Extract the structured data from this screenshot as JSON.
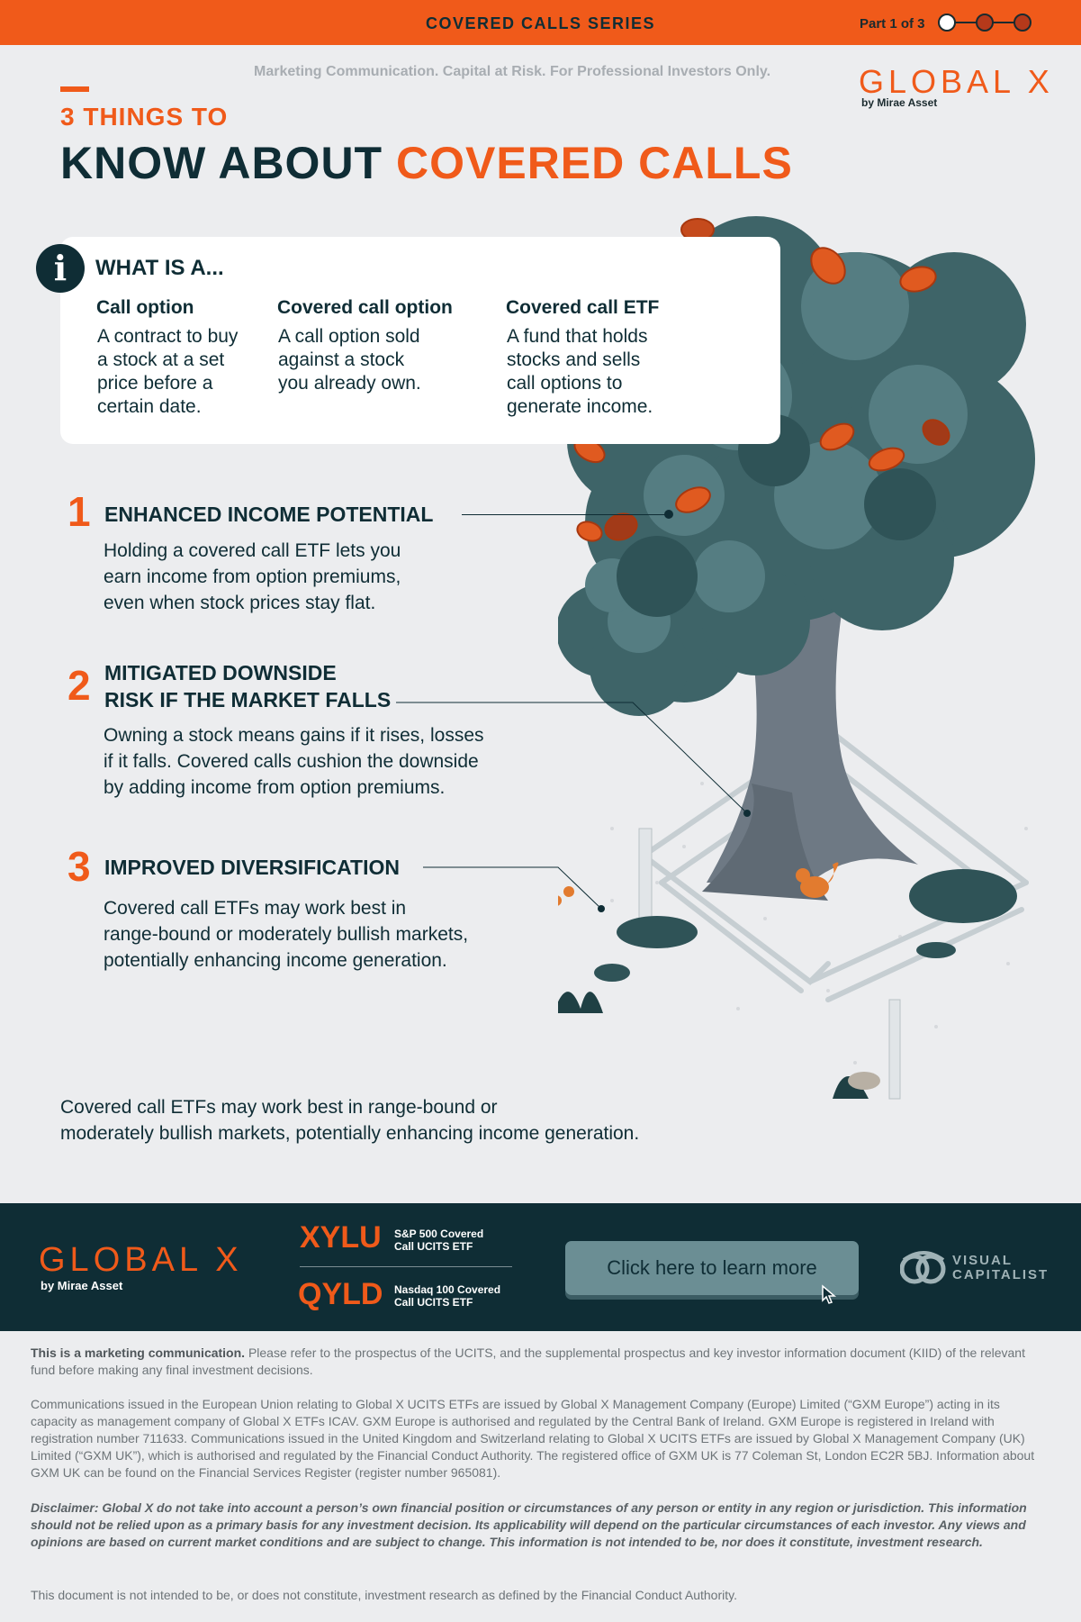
{
  "topbar": {
    "series": "COVERED CALLS SERIES",
    "part": "Part 1 of 3"
  },
  "header": {
    "marketing": "Marketing Communication. Capital at Risk. For Professional Investors Only.",
    "logo": "GLOBAL X",
    "logo_by": "by Mirae Asset",
    "kicker": "3 THINGS TO",
    "title_a": "KNOW ABOUT ",
    "title_b": "COVERED CALLS"
  },
  "whatis": {
    "icon": "info-icon",
    "heading": "WHAT IS A...",
    "defs": [
      {
        "title": "Call option",
        "lines": [
          "A contract to buy",
          "a stock at a set",
          "price before a",
          "certain date."
        ]
      },
      {
        "title": "Covered call option",
        "lines": [
          "A call option sold",
          "against a stock",
          "you already own."
        ]
      },
      {
        "title": "Covered call ETF",
        "lines": [
          "A fund that holds",
          "stocks and sells",
          "call options to",
          "generate income."
        ]
      }
    ]
  },
  "items": [
    {
      "num": "1",
      "title": [
        "ENHANCED INCOME POTENTIAL"
      ],
      "body": [
        "Holding a covered call ETF lets you",
        "earn income from option premiums,",
        "even when stock prices stay flat."
      ]
    },
    {
      "num": "2",
      "title": [
        "MITIGATED DOWNSIDE",
        "RISK IF THE MARKET FALLS"
      ],
      "body": [
        "Owning a stock means gains if it rises, losses",
        "if it falls. Covered calls cushion the downside",
        "by adding income from option premiums."
      ]
    },
    {
      "num": "3",
      "title": [
        "IMPROVED DIVERSIFICATION"
      ],
      "body": [
        "Covered call ETFs may work best in",
        "range-bound or moderately bullish markets,",
        "potentially enhancing income generation."
      ]
    }
  ],
  "closing": [
    "Covered call ETFs may work best in range-bound or",
    "moderately bullish markets, potentially enhancing income generation."
  ],
  "footer": {
    "logo": "GLOBAL X",
    "logo_by": "by Mirae Asset",
    "funds": [
      {
        "ticker": "XYLU",
        "desc": [
          "S&P 500 Covered",
          "Call UCITS ETF"
        ]
      },
      {
        "ticker": "QYLD",
        "desc": [
          "Nasdaq 100 Covered",
          "Call UCITS ETF"
        ]
      }
    ],
    "cta": "Click here to learn more",
    "partner": [
      "VISUAL",
      "CAPITALIST"
    ]
  },
  "disclaimers": {
    "p1_bold": "This is a marketing communication.",
    "p1": " Please refer to the prospectus of the UCITS, and the supplemental prospectus and key investor information document (KIID) of the relevant fund before making any final investment decisions.",
    "p2": "Communications issued in the European Union relating to Global X UCITS ETFs are issued by Global X Management Company (Europe) Limited (“GXM Europe”) acting in its capacity as management company of Global X ETFs ICAV. GXM Europe is authorised and regulated by the Central Bank of Ireland. GXM Europe is registered in Ireland with registration number 711633. Communications issued in the United Kingdom and Switzerland relating to Global X UCITS ETFs are issued by Global X Management Company (UK) Limited (“GXM UK”), which is authorised and regulated by the Financial Conduct Authority. The registered office of GXM UK is 77 Coleman St, London EC2R 5BJ. Information about GXM UK can be found on the Financial Services Register (register number 965081).",
    "p3": "Disclaimer: Global X do not take into account a person’s own financial position or circumstances of any person or entity in any region or jurisdiction. This information should not be relied upon as a primary basis for any investment decision. Its applicability will depend on the particular circumstances of each investor. Any views and opinions are based on current market conditions and are subject to change. This information is not intended to be, nor does it constitute, investment research.",
    "p4": "This document is not intended to be, or does not constitute, investment research as defined by the Financial Conduct Authority."
  },
  "colors": {
    "orange": "#f05a1a",
    "navy": "#0f2d35",
    "background": "#ecedef",
    "tree": "#3e6468"
  }
}
